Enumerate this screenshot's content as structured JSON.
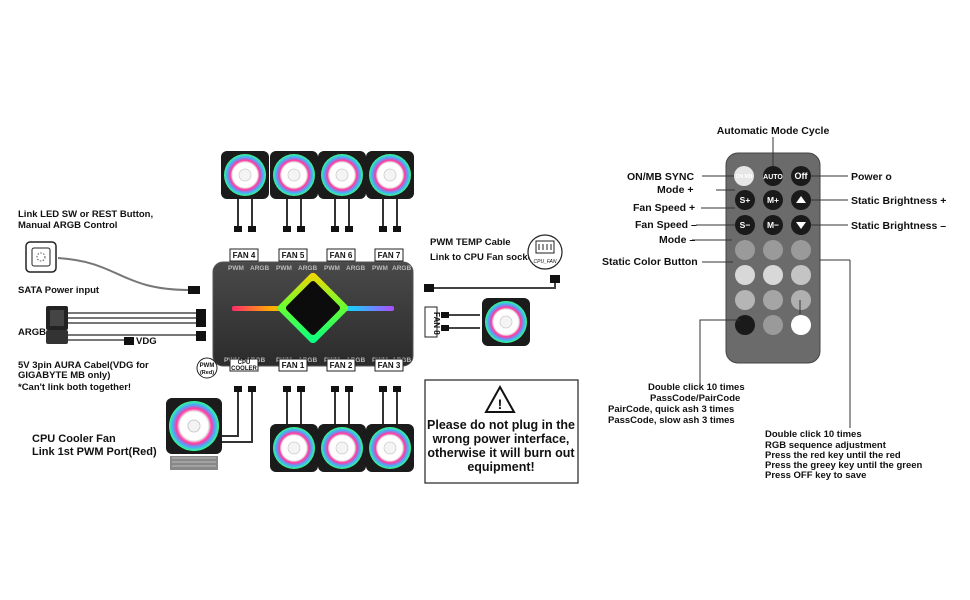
{
  "hub": {
    "fan_tags_top": [
      "FAN 4",
      "FAN 5",
      "FAN 6",
      "FAN 7"
    ],
    "fan_tags_bottom": [
      "FAN 1",
      "FAN 2",
      "FAN 3"
    ],
    "fan_tag_right": "FAN 8",
    "cpu_cooler_tag": "CPU COOLER",
    "pwm_red_tag": "PWM (Red)",
    "port_pwm": "PWM",
    "port_argb": "ARGB"
  },
  "labels": {
    "link_led": "Link LED SW or REST Button,",
    "link_led_2": "Manual ARGB Control",
    "sata": "SATA Power input",
    "argb": "ARGB",
    "vdg": "VDG",
    "aura_1": "5V 3pin AURA Cabel(VDG for",
    "aura_2": "GIGABYTE MB only)",
    "aura_3": "*Can't link both together!",
    "pwm_temp": "PWM TEMP Cable",
    "cpu_fan_socket": "Link to CPU Fan socket",
    "cpu_fan_header": "CPU_FAN",
    "cpu_cooler_1": "CPU Cooler Fan",
    "cpu_cooler_2": "Link 1st PWM Port(Red)"
  },
  "warning": {
    "line1": "Please do not plug in the",
    "line2": "wrong power interface,",
    "line3": "otherwise it will burn out",
    "line4": "equipment!"
  },
  "remote": {
    "buttons": {
      "sync": "ON MB",
      "auto": "AUTO",
      "off": "Off",
      "speed_up": "S+",
      "mode_up": "M+",
      "speed_down": "S−",
      "mode_down": "M−"
    },
    "labels": {
      "auto_cycle": "Automatic Mode Cycle",
      "sync": "ON/MB SYNC",
      "mode_plus": "Mode +",
      "fan_speed_plus": "Fan Speed +",
      "fan_speed_minus": "Fan Speed –",
      "mode_minus": "Mode –",
      "static_color": "Static Color Button",
      "power": "Power o",
      "brightness_plus": "Static Brightness +",
      "brightness_minus": "Static Brightness –"
    },
    "passcode": {
      "line1": "Double click 10 times",
      "line2": "PassCode/PairCode",
      "line3": "PairCode, quick     ash 3 times",
      "line4": "PassCode, slow     ash 3 times"
    },
    "rgb_adjust": {
      "line1": "Double click 10 times",
      "line2": "RGB sequence adjustment",
      "line3": "Press the red key until the red",
      "line4": "Press the greey key until the green",
      "line5": "Press OFF key to save"
    }
  }
}
